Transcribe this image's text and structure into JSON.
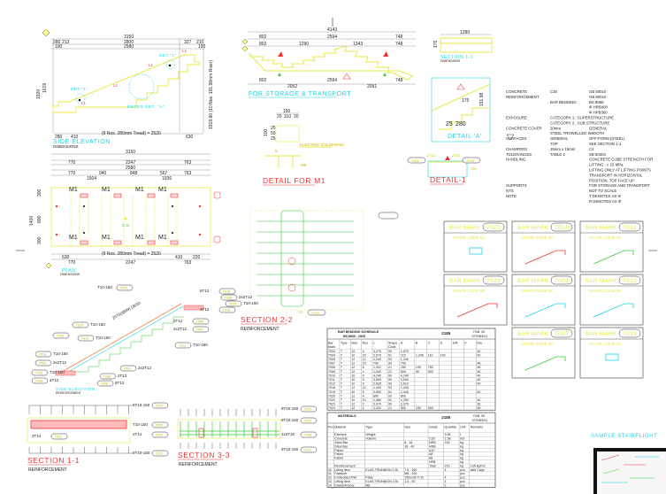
{
  "side_elevation": {
    "title": "SIDE ELEVATION",
    "subtitle": "DIMENSIONS",
    "dims": {
      "overall": "3150",
      "left1": "280",
      "left2": "213",
      "middle": "2800",
      "right1": "327",
      "right2": "210",
      "inner_l": "100",
      "inner": "2580",
      "inner_r": "100",
      "height": "1920",
      "rise": "1619",
      "bottom_l": "280",
      "bottom_l2": "410",
      "bottom_r": "630",
      "treads": "(9 Nos. 280mm Tread) = 2520",
      "risers": "1919.80 (10 Nos. 191.98mm Riser)"
    },
    "notes": [
      "DET.\"1\"",
      "DET.\"1\"",
      "REFER DET. \"A\""
    ],
    "lifting_marks": [
      "L1",
      "L1",
      "L1",
      "L1"
    ]
  },
  "storage": {
    "title": "FOR STORAGE & TRANSPORT",
    "dims": {
      "overall": "4143",
      "a1": "802",
      "a2": "2594",
      "a3": "748",
      "b1": "802",
      "b2": "1290",
      "b3": "1343",
      "b4": "748",
      "c1": "802",
      "c2": "2594",
      "c3": "748",
      "d1": "2052",
      "d2": "2091"
    }
  },
  "section_1_1_dims": {
    "title": "SECTION 1-1",
    "subtitle": "DIMENSIONS",
    "width": "1280",
    "thickness": "175"
  },
  "detail_a": {
    "title": "DETAIL 'A'",
    "d1": "175",
    "d2": "191.98",
    "d3": "25",
    "d4": "280"
  },
  "detail_m1": {
    "title": "DETAIL FOR M1",
    "w": "150",
    "w1": "20",
    "w2": "110",
    "w3": "20",
    "h": "100",
    "h1": "25",
    "h2": "50",
    "h3": "25",
    "note": "ELECTRIC SOLDERING",
    "weld": "5",
    "size": "M8"
  },
  "detail_1": {
    "title": "DETAIL-1",
    "tag1": "7011",
    "tag2": "7018",
    "bar1": "2T12",
    "bar2": "2T12",
    "dim": "130"
  },
  "plan": {
    "title": "PLAN",
    "subtitle": "DIMENSIONS",
    "marker": "M1",
    "dims": {
      "overall": "3150",
      "a": "770",
      "b": "2247",
      "c": "763",
      "d": "2580",
      "e": "1504",
      "f": "940",
      "g": "848",
      "h": "567",
      "i": "1936",
      "height": "1400",
      "h2": "300",
      "h3": "800",
      "treads": "(9 Nos. 280mm Tread) = 2520",
      "bottom_a": "630",
      "bottom_b": "410",
      "bottom_c": "220"
    },
    "cog": "C.G"
  },
  "section_2_2": {
    "title": "SECTION 2-2",
    "subtitle": "REINFORCEMENT",
    "tag": "7020",
    "bar": "T12"
  },
  "side_elevation_reinf": {
    "title": "SIDE ELEVATION",
    "subtitle": "REINFORCEMENT",
    "length": "2570(3809) LBSD",
    "callouts": [
      {
        "tag": "7022",
        "bar": "T10-150"
      },
      {
        "tag": "7018",
        "bar": "8T12"
      },
      {
        "tag": "7008",
        "bar": "2x2T12"
      },
      {
        "tag": "7012",
        "bar": "T10-150"
      },
      {
        "tag": "7018",
        "bar": "4T12"
      },
      {
        "tag": "7006",
        "bar": "2T12"
      },
      {
        "tag": "7007",
        "bar": "2x2T12"
      },
      {
        "tag": "7011",
        "bar": "T10-150"
      },
      {
        "tag": "7020",
        "bar": "T10-150"
      },
      {
        "tag": "7005",
        "bar": ""
      },
      {
        "tag": "7019",
        "bar": "T10-150"
      },
      {
        "tag": "7013",
        "bar": "T10-150"
      },
      {
        "tag": "7009",
        "bar": "2x2T12"
      },
      {
        "tag": "7003",
        "bar": "T10-150"
      },
      {
        "tag": "7008",
        "bar": "4T12"
      },
      {
        "tag": "7001",
        "bar": "2x2T12"
      },
      {
        "tag": "7006",
        "bar": "2T12"
      },
      {
        "tag": "7008",
        "bar": "8T12"
      }
    ]
  },
  "section_1_1": {
    "title": "SECTION 1-1",
    "subtitle": "REINFORCEMENT",
    "callouts": [
      {
        "tag": "7010",
        "bar": "9T10-150"
      },
      {
        "tag": "7005",
        "bar": "T10-150"
      },
      {
        "tag": "7003",
        "bar": "2T14"
      },
      {
        "tag": "7020",
        "bar": "2T14"
      },
      {
        "tag": "7011",
        "bar": "9T10-150"
      }
    ]
  },
  "section_3_3": {
    "title": "SECTION 3-3",
    "subtitle": "REINFORCEMENT",
    "callouts": [
      {
        "tag": "7022",
        "bar": "9T10-150"
      },
      {
        "tag": "7002",
        "bar": "9T10-150"
      },
      {
        "tag": "7004",
        "bar": "2x2T10"
      },
      {
        "tag": "7011",
        "bar": "9T10-150"
      }
    ]
  },
  "specs": [
    [
      "CONCRETE",
      "C30",
      "GB 50010"
    ],
    [
      "REINFORCEMENT",
      "",
      "GB 50010"
    ],
    [
      "",
      "BAR BENDING",
      "BS 8666"
    ],
    [
      "",
      "",
      "Φ HRB400"
    ],
    [
      "",
      "",
      "Φ HPB300"
    ],
    [
      "EXPOSURE",
      "CATEGORY 1 : SUPERSTRUCTURE",
      ""
    ],
    [
      "",
      "CATEGORY 2 : SUB STRUCTURE",
      ""
    ],
    [
      "CONCRETE COVER",
      "20mm",
      "GENERAL"
    ],
    [
      "",
      "STEEL TROWELLED SMOOTH",
      ""
    ],
    [
      "SURFACES",
      "GENERAL",
      "OFF-FORM (STEEL)"
    ],
    [
      "",
      "TOP",
      "SEE SECTION 1-1"
    ],
    [
      "CHAMFERS",
      "15mm x 15mm",
      "C4"
    ],
    [
      "TOLERANCES",
      "TABLE 2",
      "SB 50204"
    ],
    [
      "HANDLING",
      "",
      "CONCRETE CUBE STRENGTH FOR"
    ],
    [
      "",
      "",
      "LIFTING : ≥ 15 MPa"
    ],
    [
      "",
      "",
      "LIFTING ONLY AT LIFTING POINTS"
    ],
    [
      "",
      "",
      "TRANSPORT IN HORIZONTAL"
    ],
    [
      "",
      "",
      "POSITION, TOP FACE UP"
    ],
    [
      "SUPPORTS",
      "",
      "FOR STORAGE AND TRANSPORT"
    ],
    [
      "NTS",
      "",
      "NOT TO SCALE"
    ],
    [
      "NOTE",
      "",
      "T DENOTES AS Φ"
    ],
    [
      "",
      "",
      "R DENOTES AS Φ"
    ]
  ],
  "bar_marks": [
    {
      "label": "BAR MARK",
      "mark": "7022",
      "shape": "SHAPE CODE 51"
    },
    {
      "label": "BAR MARK",
      "mark": "7010",
      "shape": "SHAPE CODE 99"
    },
    {
      "label": "BAR MARK",
      "mark": "7011",
      "shape": "SHAPE CODE 99"
    },
    {
      "label": "BAR MARK",
      "mark": "7023",
      "shape": "SHAPE CODE 99"
    },
    {
      "label": "BAR MARK",
      "mark": "7003",
      "shape": "SHAPE CODE 99"
    },
    {
      "label": "BAR MARK",
      "mark": "7012",
      "shape": "SHAPE CODE 99"
    },
    {
      "label": "BAR MARK",
      "mark": "7007",
      "shape": "SHAPE CODE 99"
    },
    {
      "label": "BAR MARK",
      "mark": "7019",
      "shape": "SHAPE CODE 51"
    }
  ],
  "bar_schedule": {
    "title": "BAR BENDING SCHEDULE",
    "standard": "BS 8666 : 2005",
    "ref": "2185",
    "fab": "FAB. 06",
    "fab2": "STR/BS/01",
    "headers": [
      "Bar Mark",
      "Type",
      "Size",
      "Nos",
      "L",
      "Shape Code",
      "A",
      "B",
      "C",
      "D",
      "E/R",
      "F",
      "Dia"
    ],
    "rows": [
      [
        "7003",
        "T",
        "12",
        "3",
        "3,270",
        "99",
        "1,070",
        "",
        "",
        "",
        "",
        "",
        "40"
      ],
      [
        "7004",
        "T",
        "10",
        "20",
        "2,570",
        "51",
        "115",
        "1,240",
        "110",
        "100",
        "",
        "",
        "40"
      ],
      [
        "7005",
        "T",
        "12",
        "12",
        "1,240",
        "00",
        "1,240",
        "",
        "",
        "",
        "",
        "",
        ""
      ],
      [
        "7007",
        "T",
        "12",
        "10",
        "790",
        "99",
        "790",
        "",
        "",
        "",
        "",
        "",
        "48"
      ],
      [
        "7008",
        "T",
        "12",
        "8",
        "1,002",
        "21",
        "250",
        "100",
        "750",
        "",
        "",
        "",
        "48"
      ],
      [
        "7009",
        "T",
        "12",
        "4",
        "1,042",
        "21",
        "500",
        "90",
        "500",
        "",
        "",
        "",
        "48"
      ],
      [
        "7010",
        "T",
        "10",
        "9",
        "4,240",
        "99",
        "4,240",
        "",
        "",
        "",
        "",
        "",
        "40"
      ],
      [
        "7011",
        "T",
        "10",
        "9",
        "3,590",
        "99",
        "3,590",
        "",
        "",
        "",
        "",
        "",
        "40"
      ],
      [
        "7012",
        "T",
        "10",
        "9",
        "2,630",
        "99",
        "2,610",
        "",
        "",
        "",
        "",
        "",
        "40"
      ],
      [
        "7018",
        "T",
        "12",
        "12",
        "1,430",
        "00",
        "1,430",
        "",
        "",
        "",
        "",
        "",
        ""
      ],
      [
        "7019",
        "T",
        "10",
        "9",
        "2,590",
        "51",
        "1,440",
        "",
        "",
        "",
        "",
        "",
        "40"
      ],
      [
        "7020",
        "T",
        "12",
        "4",
        "800",
        "00",
        "800",
        "",
        "",
        "",
        "",
        "",
        ""
      ],
      [
        "7022",
        "T",
        "10",
        "10",
        "1,480",
        "51",
        "1,290",
        "",
        "",
        "",
        "",
        "",
        "40"
      ],
      [
        "7023",
        "T",
        "12",
        "2",
        "3,370",
        "99",
        "3,370",
        "",
        "",
        "",
        "",
        "",
        "36"
      ],
      [
        "7024",
        "T",
        "12",
        "4",
        "1,202",
        "21",
        "500",
        "150",
        "500",
        "",
        "",
        "",
        "48"
      ]
    ]
  },
  "materials": {
    "title": "MATERIALS",
    "ref": "2185",
    "fab": "FAB. 06",
    "fab2": "STR/BS/01",
    "headers": [
      "Pos",
      "Material",
      "Type",
      "Size",
      "Grade",
      "Quantity",
      "Unit",
      "Remarks"
    ],
    "rows": [
      [
        "",
        "Element",
        "Weight",
        "",
        "",
        "3.95",
        "t",
        ""
      ],
      [
        "",
        "Concrete",
        "Volume",
        "",
        "C30",
        "1.58",
        "m3",
        ""
      ],
      [
        "",
        "Steel Bar",
        "",
        "8 - 16",
        "HRB",
        "215",
        "kg",
        ""
      ],
      [
        "",
        "Steel Bar",
        "",
        "18 - 40",
        "HRB",
        "",
        "kg",
        ""
      ],
      [
        "",
        "Fabric",
        "",
        "",
        "A10",
        "",
        "kg",
        ""
      ],
      [
        "",
        "Fabric",
        "",
        "",
        "A8",
        "",
        "kg",
        ""
      ],
      [
        "",
        "Fabric",
        "",
        "",
        "A8",
        "",
        "kg",
        ""
      ],
      [
        "",
        "",
        "",
        "",
        "HPB",
        "",
        "kg",
        ""
      ],
      [
        "",
        "Reinforcement",
        "",
        "",
        "Total",
        "215",
        "kg",
        "135 kg/m3"
      ],
      [
        "10",
        "Lifting Item",
        "KLAS-TRUNNION 2.5t",
        "7.5 - 160",
        "",
        "4",
        "pcs",
        "with Cage"
      ],
      [
        "11",
        "Fastener",
        "",
        "M8 - 100",
        "",
        "",
        "pcs",
        ""
      ],
      [
        "12",
        "Embedded Part",
        "Plate",
        "150x100 t=10",
        "",
        "4",
        "pcs",
        ""
      ],
      [
        "13",
        "Lifting Item",
        "KLAS-TRUNNION 2.5t",
        "1.5 - 90",
        "",
        "4",
        "pcs",
        ""
      ],
      [
        "14",
        "Dowel/Anchor",
        "M8",
        "",
        "",
        "2",
        "pcs",
        ""
      ]
    ]
  },
  "sample": {
    "title": "SAMPLE STAIRFLIGHT"
  },
  "colors": {
    "yellow": "#e8e84a",
    "cyan": "#19d3e6",
    "red": "#ee3333",
    "green": "#33dd33"
  }
}
